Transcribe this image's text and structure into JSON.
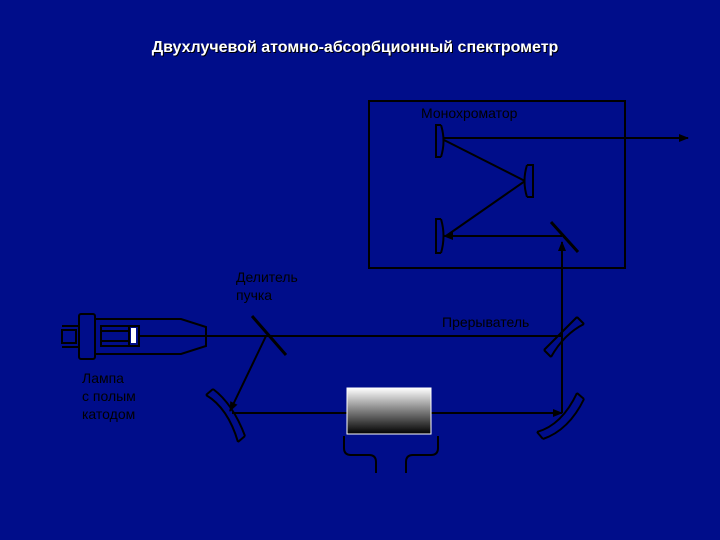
{
  "slide": {
    "title": "Двухлучевой атомно-абсорбционный  спектрометр",
    "background_color": "#000d8a",
    "line_color": "#000000"
  },
  "labels": {
    "monochromator": "Монохроматор",
    "beam_splitter_line1": "Делитель",
    "beam_splitter_line2": "пучка",
    "chopper": "Прерыватель",
    "lamp_line1": "Лампа",
    "lamp_line2": "с полым",
    "lamp_line3": "катодом"
  }
}
